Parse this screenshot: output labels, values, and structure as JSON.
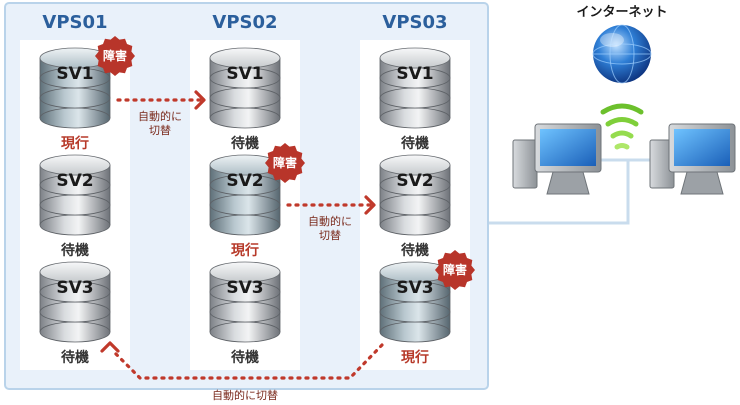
{
  "internet_label": "インターネット",
  "fault_label": "障害",
  "status_labels": {
    "active": "現行",
    "standby": "待機"
  },
  "switch_labels": {
    "first": [
      "自動的に",
      "切替"
    ],
    "second": [
      "自動的に",
      "切替"
    ],
    "bottom": "自動的に切替"
  },
  "vps": [
    {
      "name": "VPS01",
      "servers": [
        {
          "name": "SV1",
          "status": "現行",
          "fault": true
        },
        {
          "name": "SV2",
          "status": "待機",
          "fault": false
        },
        {
          "name": "SV3",
          "status": "待機",
          "fault": false
        }
      ]
    },
    {
      "name": "VPS02",
      "servers": [
        {
          "name": "SV1",
          "status": "待機",
          "fault": false
        },
        {
          "name": "SV2",
          "status": "現行",
          "fault": true
        },
        {
          "name": "SV3",
          "status": "待機",
          "fault": false
        }
      ]
    },
    {
      "name": "VPS03",
      "servers": [
        {
          "name": "SV1",
          "status": "待機",
          "fault": false
        },
        {
          "name": "SV2",
          "status": "待機",
          "fault": false
        },
        {
          "name": "SV3",
          "status": "現行",
          "fault": true
        }
      ]
    }
  ],
  "colors": {
    "frame_border": "#b9d3ea",
    "frame_fill": "#e9f1fa",
    "column_fill": "#ffffff",
    "vps_title": "#2b5f9c",
    "active_status": "#b73a2a",
    "fault_badge": "#b8352a",
    "switch_arrow": "#c0392b",
    "server_highlight": "#dbe6ee",
    "server_standby": "#8f9296",
    "server_active": "#6a7d86"
  }
}
